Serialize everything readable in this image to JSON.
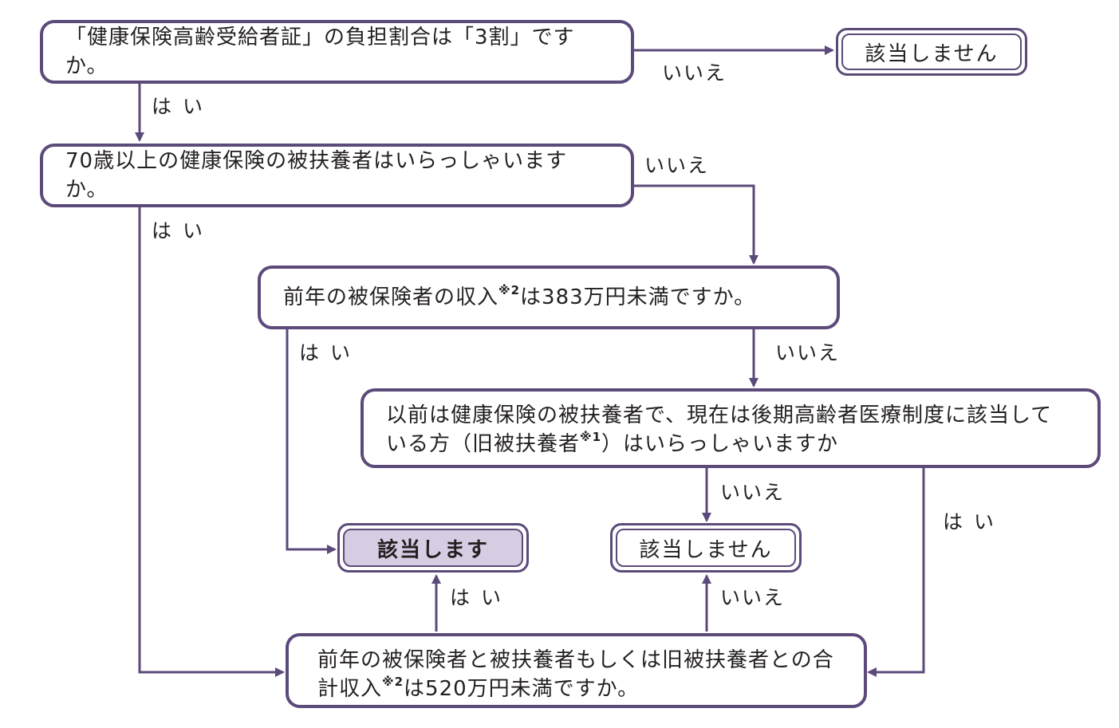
{
  "colors": {
    "line": "#5c4a7a",
    "highlight_fill": "#d6cde3",
    "text": "#231f20"
  },
  "questions": {
    "q1": {
      "text": "「健康保険高齢受給者証」の負担割合は「3割」ですか。"
    },
    "q2": {
      "text": "70歳以上の健康保険の被扶養者はいらっしゃいますか。"
    },
    "q3": {
      "pre": "前年の被保険者の収入",
      "note": "※2",
      "post": "は383万円未満ですか。"
    },
    "q4": {
      "line1": "以前は健康保険の被扶養者で、現在は後期高齢者医療制度に該当して",
      "line2_pre": "いる方（旧被扶養者",
      "note": "※1",
      "line2_post": "）はいらっしゃいますか"
    },
    "q5": {
      "line1": "前年の被保険者と被扶養者もしくは旧被扶養者との合",
      "line2_pre": "計収入",
      "note": "※2",
      "line2_post": "は520万円未満ですか。"
    }
  },
  "results": {
    "not_applicable_top": "該当しません",
    "applicable": "該当します",
    "not_applicable_mid": "該当しません"
  },
  "labels": {
    "yes": "はい",
    "no": "いいえ"
  }
}
